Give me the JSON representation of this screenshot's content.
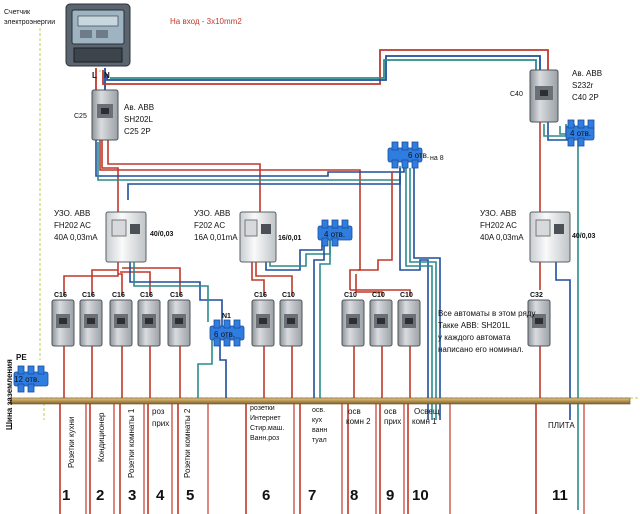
{
  "meter": {
    "caption_line1": "Счетчик",
    "caption_line2": "электроэнергии",
    "phase_label": "L",
    "neutral_label": "N"
  },
  "input_note": "На вход - 3х10mm2",
  "main_breaker": {
    "rating": "C25",
    "title": "Ав. ABB",
    "model": "SH202L",
    "spec": "C25 2P"
  },
  "right_breaker": {
    "rating": "C40",
    "title": "Ав. ABB",
    "model": "S232r",
    "spec": "C40 2P"
  },
  "rcd1": {
    "title": "УЗО. ABB",
    "model": "FH202 AC",
    "spec": "40A 0,03mA",
    "rating": "40/0,03"
  },
  "rcd2": {
    "title": "УЗО. ABB",
    "model": "F202 AC",
    "spec": "16A 0,01mA",
    "rating": "16/0,01"
  },
  "rcd3": {
    "title": "УЗО. ABB",
    "model": "FH202 AC",
    "spec": "40A 0,03mA",
    "rating": "40/0,03"
  },
  "terminal_blocks": {
    "n8": "6 отв.",
    "n8_tag": "на 8",
    "n_right": "4 отв.",
    "n_mid": "4 отв.",
    "n1": "6 отв.",
    "n1_tag": "N1",
    "pe": "12 отв.",
    "pe_tag": "PE"
  },
  "ground_bus_label": "Шина заземления",
  "breakers": [
    "C16",
    "C16",
    "C16",
    "C16",
    "C16",
    "C16",
    "C10",
    "C10",
    "C10",
    "C10",
    "C32"
  ],
  "note_line1": "Все автоматы в этом ряду",
  "note_line2": "Такке ABB: SH201L",
  "note_line3": "у каждого автомата",
  "note_line4": "написано его номинал.",
  "circuits": [
    {
      "number": "1",
      "label": "Розетки кухни"
    },
    {
      "number": "2",
      "label": "Кондиционер"
    },
    {
      "number": "3",
      "label": "Розетки комнаты 1"
    },
    {
      "number": "4",
      "label_line1": "роз",
      "label_line2": "прих"
    },
    {
      "number": "5",
      "label": "Розетки комнаты 2"
    },
    {
      "number": "6",
      "label_line1": "розетки",
      "label_line2": "Интернет",
      "label_line3": "Стир.маш.",
      "label_line4": "Ванн.роз"
    },
    {
      "number": "7",
      "label_line1": "осв.",
      "label_line2": "кух",
      "label_line3": "ванн",
      "label_line4": "туал"
    },
    {
      "number": "8",
      "label_line1": "осв",
      "label_line2": "комн 2"
    },
    {
      "number": "9",
      "label_line1": "осв",
      "label_line2": "прих"
    },
    {
      "number": "10",
      "label_line1": "Освещ",
      "label_line2": "комн 1"
    },
    {
      "number": "11",
      "label": "ПЛИТА"
    }
  ]
}
